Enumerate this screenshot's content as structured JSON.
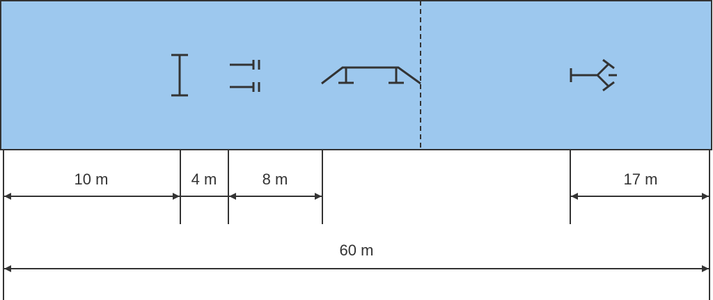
{
  "colors": {
    "water": "#9dc8ee",
    "line": "#333333",
    "background": "#ffffff"
  },
  "symbols": {
    "single_post": "i-beam-icon",
    "double_post": "double-bracket-icon",
    "ramp": "ramp-icon",
    "drain": "drain-fork-icon"
  },
  "dimensions": {
    "seg1": "10 m",
    "seg2": "4 m",
    "seg3": "8 m",
    "seg4": "17 m",
    "total": "60 m"
  }
}
